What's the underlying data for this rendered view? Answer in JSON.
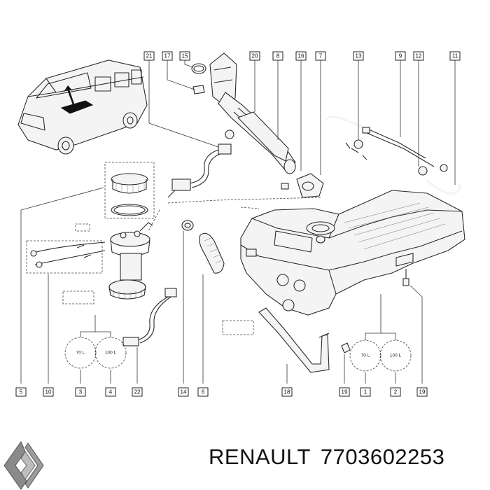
{
  "callouts": {
    "top": [
      "21",
      "17",
      "15",
      "20",
      "8",
      "16",
      "7",
      "13",
      "9",
      "12",
      "11"
    ],
    "bottom": [
      "5",
      "10",
      "3",
      "4",
      "22",
      "14",
      "6",
      "18",
      "19",
      "1",
      "2",
      "19"
    ]
  },
  "capacities": [
    "70 L",
    "100 L",
    "70 L",
    "100 L"
  ],
  "brand": {
    "name": "RENAULT",
    "part_number": "7703602253",
    "logo_icon": "renault-diamond-logo"
  }
}
